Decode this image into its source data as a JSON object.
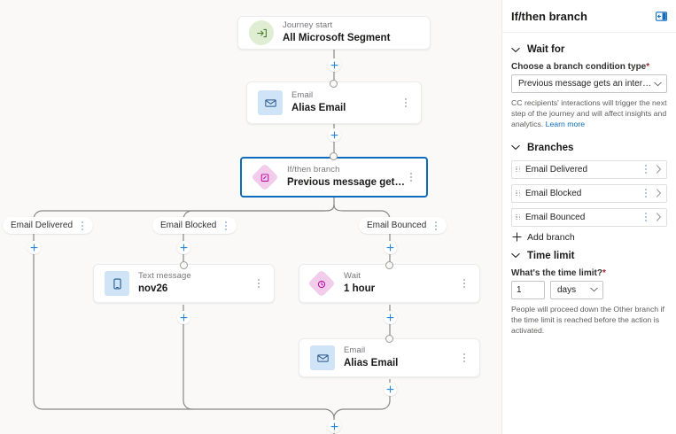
{
  "canvas": {
    "nodes": [
      {
        "id": "start",
        "kind": "Journey start",
        "title": "All Microsoft Segment",
        "icon": "journey-start-icon"
      },
      {
        "id": "email1",
        "kind": "Email",
        "title": "Alias Email",
        "icon": "email-icon"
      },
      {
        "id": "ifthen",
        "kind": "If/then branch",
        "title": "Previous message gets an interaction",
        "icon": "if-then-branch-icon"
      },
      {
        "id": "sms",
        "kind": "Text message",
        "title": "nov26",
        "icon": "text-message-icon"
      },
      {
        "id": "wait",
        "kind": "Wait",
        "title": "1 hour",
        "icon": "wait-icon"
      },
      {
        "id": "email2",
        "kind": "Email",
        "title": "Alias Email",
        "icon": "email-icon"
      }
    ],
    "branch_labels": [
      {
        "id": "delivered",
        "label": "Email Delivered"
      },
      {
        "id": "blocked",
        "label": "Email Blocked"
      },
      {
        "id": "bounced",
        "label": "Email Bounced"
      }
    ]
  },
  "panel": {
    "title": "If/then branch",
    "collapse_icon": "collapse-panel-icon",
    "wait_for": {
      "section_label": "Wait for",
      "field_label": "Choose a branch condition type",
      "required_marker": "*",
      "selected_value": "Previous message gets an interaction",
      "helper_text": "CC recipients' interactions will trigger the next step of the journey and will affect insights and analytics.",
      "learn_more": "Learn more"
    },
    "branches": {
      "section_label": "Branches",
      "items": [
        {
          "label": "Email Delivered"
        },
        {
          "label": "Email Blocked"
        },
        {
          "label": "Email Bounced"
        }
      ],
      "add_label": "Add branch"
    },
    "time_limit": {
      "section_label": "Time limit",
      "field_label": "What's the time limit?",
      "required_marker": "*",
      "value": "1",
      "unit": "days",
      "helper_text": "People will proceed down the Other branch if the time limit is reached before the action is activated."
    }
  },
  "colors": {
    "accent": "#0f6cbd",
    "required": "#a4262c",
    "canvas_bg": "#faf9f8",
    "wire": "#8a8886",
    "pink": "#f3ccec",
    "green": "#dfeed3",
    "blue_tile": "#cfe4f7"
  }
}
